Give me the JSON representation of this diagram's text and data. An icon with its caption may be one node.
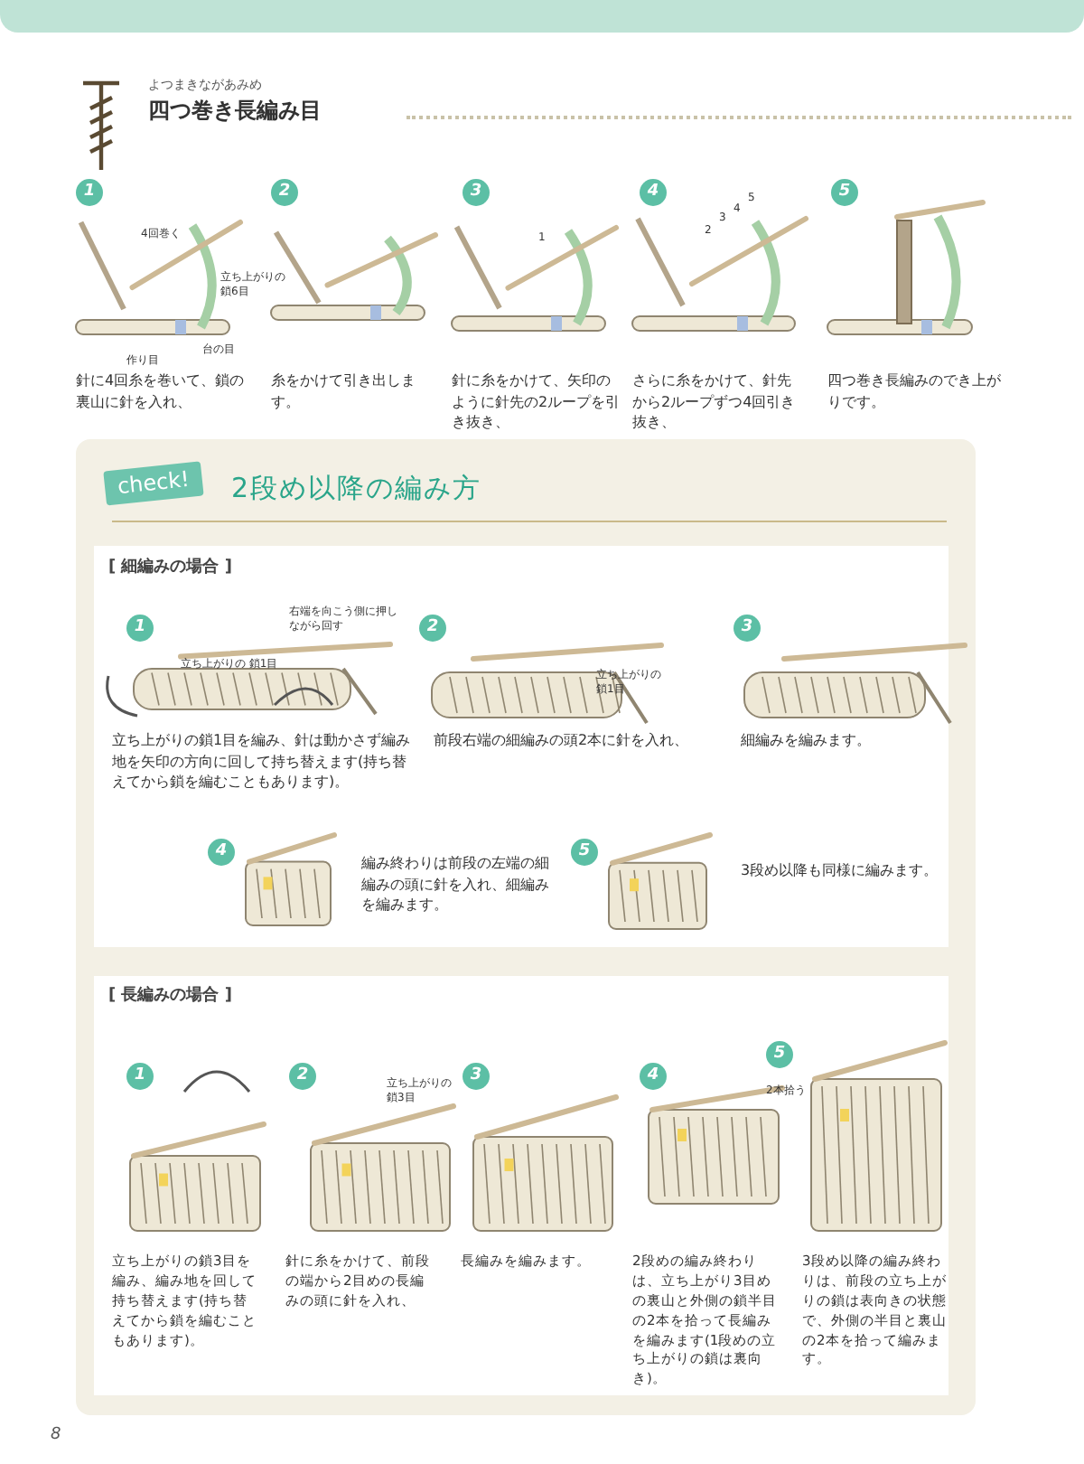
{
  "diagram": {
    "title": "四つ巻き長編み目",
    "labels": [
      "よつまきながあみめ",
      "1",
      "4回巻く",
      "立ち上がりの鎖6目",
      "作り目",
      "台の目",
      "2",
      "3",
      "1",
      "4",
      "2",
      "3",
      "4",
      "5",
      "5",
      "針に4回糸を巻いて、鎖の裏山に針を入れ、",
      "糸をかけて引き出します。",
      "針に糸をかけて、矢印のように針先の2ループを引き抜き、",
      "さらに糸をかけて、針先から2ループずつ4回引き抜き、",
      "四つ巻き長編みのでき上がりです。",
      "check!",
      "2段め以降の編み方",
      "[ 細編みの場合 ]",
      "1",
      "立ち上がりの 鎖1目",
      "右端を向こう側に押しながら回す",
      "2",
      "立ち上がりの鎖1目",
      "3",
      "立ち上がりの鎖1目を編み、針は動かさず編み地を矢印の方向に回して持ち替えます(持ち替えてから鎖を編むこともあります)。",
      "前段右端の細編みの頭2本に針を入れ、",
      "細編みを編みます。",
      "4",
      "編み終わりは前段の左端の細編みの頭に針を入れ、細編みを編みます。",
      "5",
      "3段め以降も同様に編みます。",
      "[ 長編みの場合 ]",
      "1",
      "2",
      "立ち上がりの鎖3目",
      "3",
      "4",
      "5",
      "2本拾う",
      "立ち上がりの鎖3目を編み、編み地を回して持ち替えます(持ち替えてから鎖を編むこともあります)。",
      "針に糸をかけて、前段の端から2目めの長編みの頭に針を入れ、",
      "長編みを編みます。",
      "2段めの編み終わりは、立ち上がり3目めの裏山と外側の鎖半目の2本を拾って長編みを編みます(1段めの立ち上がりの鎖は裏向き)。",
      "3段め以降の編み終わりは、前段の立ち上がりの鎖は表向きの状態で、外側の半目と裏山の2本を拾って編みます。",
      "8"
    ]
  }
}
